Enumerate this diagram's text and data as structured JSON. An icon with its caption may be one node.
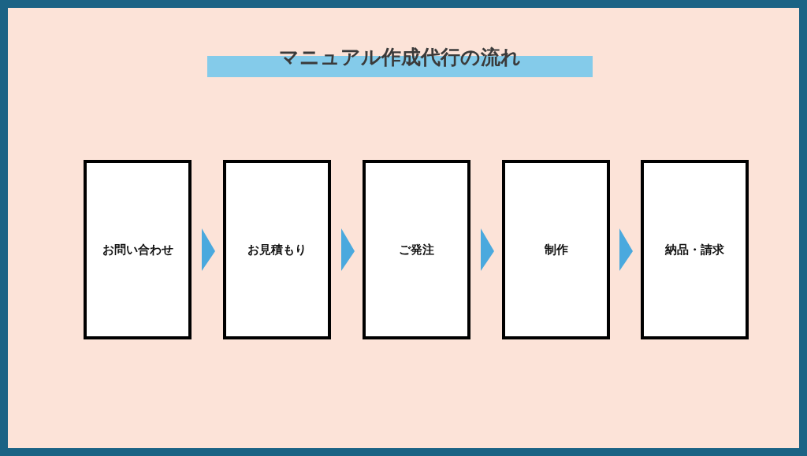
{
  "diagram": {
    "title": "マニュアル作成代行の流れ",
    "nodes": [
      {
        "text": [
          "お問い合わせ"
        ]
      },
      {
        "text": [
          "お見積もり"
        ]
      },
      {
        "text": [
          "ご発注"
        ]
      },
      {
        "text": [
          "制作"
        ]
      },
      {
        "text": [
          "納品・請求"
        ]
      }
    ],
    "edges": [
      {
        "from": 0,
        "to": 1,
        "arrow": "to"
      },
      {
        "from": 1,
        "to": 2,
        "arrow": "to"
      },
      {
        "from": 2,
        "to": 3,
        "arrow": "to"
      },
      {
        "from": 3,
        "to": 4,
        "arrow": "to"
      }
    ]
  }
}
